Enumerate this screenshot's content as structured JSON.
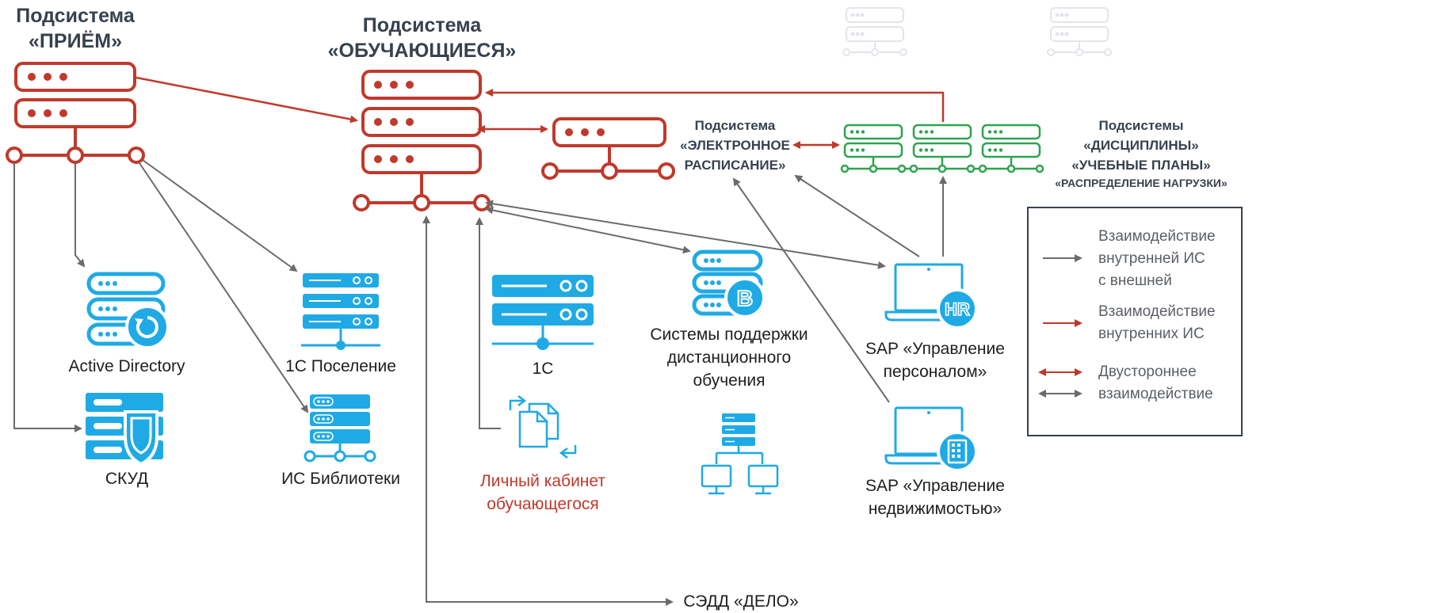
{
  "colors": {
    "red": "#c0392b",
    "blue": "#1faae5",
    "green": "#2ea44f",
    "gray": "#6b6b6b",
    "faded": "#e2e5ea",
    "title": "#37414f"
  },
  "titles": {
    "priem": [
      "Подсистема",
      "«ПРИЁМ»"
    ],
    "obuch": [
      "Подсистема",
      "«ОБУЧАЮЩИЕСЯ»"
    ],
    "raspisanie": [
      "Подсистема",
      "«ЭЛЕКТРОННОЕ",
      "РАСПИСАНИЕ»"
    ],
    "discipliny": [
      "Подсистемы",
      "«ДИСЦИПЛИНЫ»",
      "«УЧЕБНЫЕ ПЛАНЫ»",
      "«РАСПРЕДЕЛЕНИЕ НАГРУЗКИ»"
    ]
  },
  "labels": {
    "active_directory": "Active Directory",
    "skud": "СКУД",
    "c1_poselenie": "1С Поселение",
    "is_biblioteki": "ИС Библиотеки",
    "c1": "1С",
    "lk": [
      "Личный кабинет",
      "обучающегося"
    ],
    "sdo": [
      "Системы поддержки",
      "дистанционного",
      "обучения"
    ],
    "sedd": "СЭДД «ДЕЛО»",
    "sap_hr": [
      "SAP «Управление",
      "персоналом»"
    ],
    "sap_re": [
      "SAP «Управление",
      "недвижимостью»"
    ],
    "hr_badge": "HR",
    "b_badge": "B"
  },
  "legend": {
    "item1": [
      "Взаимодействие",
      "внутренней ИС",
      "с внешней"
    ],
    "item2": [
      "Взаимодействие",
      "внутренних ИС"
    ],
    "item3": [
      "Двустороннее",
      "взаимодействие"
    ]
  }
}
